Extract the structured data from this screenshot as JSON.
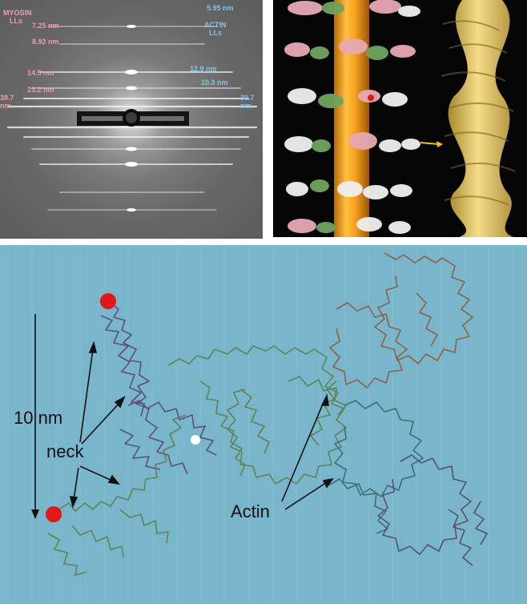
{
  "xray_panel": {
    "myosin_label_line1": "MYOSIN",
    "myosin_label_line2": "LLs",
    "actin_label_line1": "ACTIN",
    "actin_label_line2": "LLs",
    "myosin_spacings": [
      "7.25 nm",
      "8.92 nm",
      "14.5 nm",
      "23.2 nm"
    ],
    "actin_spacings": [
      "5.95 nm",
      "12.9 nm",
      "10.3 nm"
    ],
    "left_edge_label": "38.7\nnm",
    "right_edge_label": "30.7\nnm"
  },
  "structure_panel": {
    "scale_label": "10 nm",
    "neck_label": "neck",
    "actin_label": "Actin"
  },
  "colors": {
    "myosin_label": "#e8a0ac",
    "actin_label": "#7ec6e6",
    "filament_core": "#f0a020",
    "actin_filament": "#e2c868",
    "background_blue": "#79b6cc",
    "marker_red": "#e01818"
  }
}
